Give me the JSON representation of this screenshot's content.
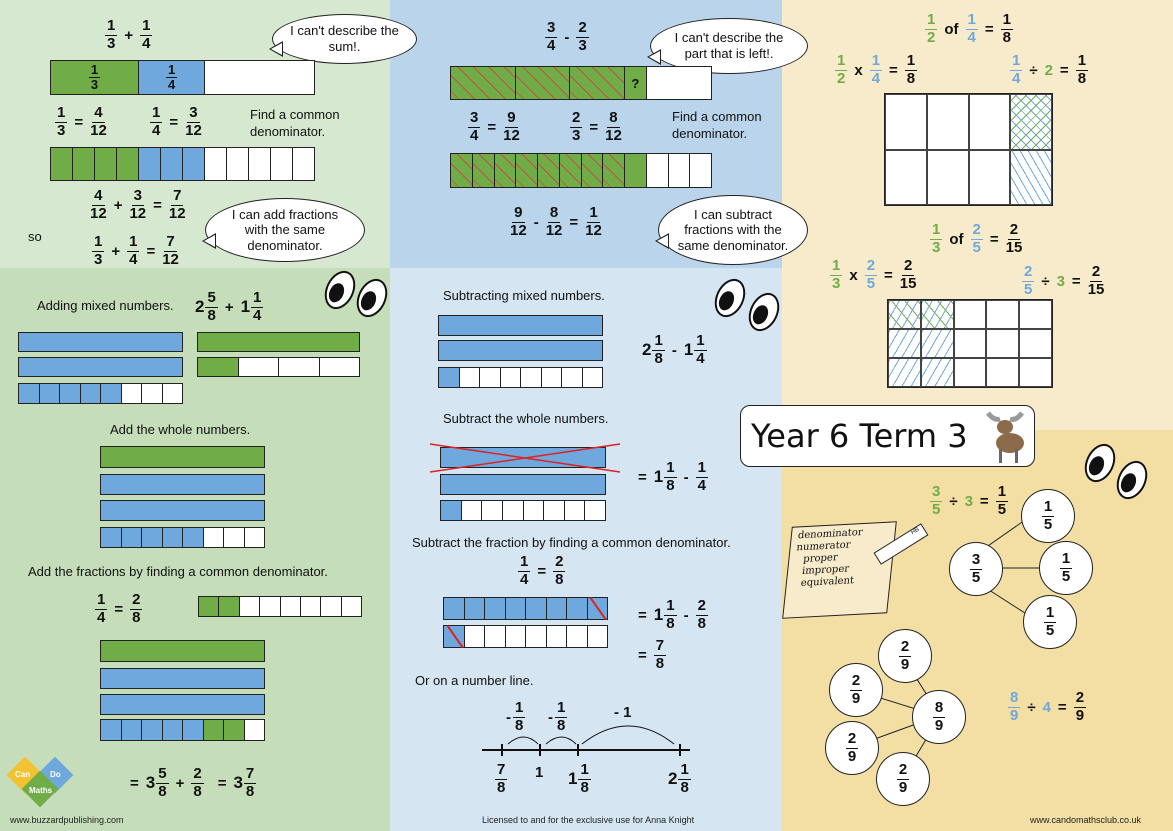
{
  "colors": {
    "green": "#70ad47",
    "blue": "#6fa8dc",
    "red": "#d22222"
  },
  "top_left": {
    "eq_sum": [
      "",
      {
        "f": [
          "1",
          "3"
        ]
      },
      "+",
      {
        "f": [
          "1",
          "4"
        ]
      }
    ],
    "bubble_sum": "I can't describe the sum!.",
    "bar_sum": [
      {
        "c": "g",
        "w": 4,
        "f": [
          "1",
          "3"
        ]
      },
      {
        "c": "b",
        "w": 3,
        "f": [
          "1",
          "4"
        ]
      },
      {
        "c": "w",
        "w": 5
      }
    ],
    "eq_third": [
      {
        "f": [
          "1",
          "3"
        ]
      },
      "=",
      {
        "f": [
          "4",
          "12"
        ]
      }
    ],
    "eq_quarter": [
      {
        "f": [
          "1",
          "4"
        ]
      },
      "=",
      {
        "f": [
          "3",
          "12"
        ]
      }
    ],
    "instruction": "Find a common denominator.",
    "bar_twelfths": [
      "g",
      "g",
      "g",
      "g",
      "b",
      "b",
      "b",
      "w",
      "w",
      "w",
      "w",
      "w"
    ],
    "eq_add": [
      {
        "f": [
          "4",
          "12"
        ]
      },
      "+",
      {
        "f": [
          "3",
          "12"
        ]
      },
      "=",
      {
        "f": [
          "7",
          "12"
        ]
      }
    ],
    "bubble_add": "I can add fractions with the same denominator.",
    "so": "so",
    "eq_result": [
      {
        "f": [
          "1",
          "3"
        ]
      },
      "+",
      {
        "f": [
          "1",
          "4"
        ]
      },
      "=",
      {
        "f": [
          "7",
          "12"
        ]
      }
    ]
  },
  "bottom_left": {
    "heading": "Adding mixed numbers.",
    "eq_mixed": [
      {
        "w": "2",
        "f": [
          "5",
          "8"
        ]
      },
      "+",
      {
        "w": "1",
        "f": [
          "1",
          "4"
        ]
      }
    ],
    "step_whole": "Add the whole numbers.",
    "step_fractions": "Add the fractions by finding a common denominator.",
    "eq_equiv": [
      {
        "f": [
          "1",
          "4"
        ]
      },
      "=",
      {
        "f": [
          "2",
          "8"
        ]
      }
    ],
    "bars": {
      "eighths_5": [
        "b",
        "b",
        "b",
        "b",
        "b",
        "w",
        "w",
        "w"
      ],
      "quarters_1": [
        "g",
        "w",
        "w",
        "w"
      ],
      "eighths_2": [
        "g",
        "g",
        "w",
        "w",
        "w",
        "w",
        "w",
        "w"
      ],
      "eighths_final": [
        "b",
        "b",
        "b",
        "b",
        "b",
        "g",
        "g",
        "w"
      ]
    },
    "eq_final": [
      "=",
      {
        "w": "3",
        "f": [
          "5",
          "8"
        ]
      },
      "+",
      {
        "f": [
          "2",
          "8"
        ]
      },
      " ",
      "=",
      {
        "w": "3",
        "f": [
          "7",
          "8"
        ]
      }
    ],
    "logo": {
      "can": "Can",
      "do": "Do",
      "maths": "Maths"
    },
    "footer": "www.buzzardpublishing.com"
  },
  "top_middle": {
    "eq_sub": [
      {
        "f": [
          "3",
          "4"
        ]
      },
      "-",
      {
        "f": [
          "2",
          "3"
        ]
      }
    ],
    "bubble_left": "I can't describe the part that is left!.",
    "bar_left": [
      {
        "c": "h",
        "w": 3
      },
      {
        "c": "h",
        "w": 2.5
      },
      {
        "c": "h",
        "w": 2.5
      },
      {
        "c": "q",
        "w": 1,
        "t": "?"
      },
      {
        "c": "w",
        "w": 3
      }
    ],
    "eq_three_quarters": [
      {
        "f": [
          "3",
          "4"
        ]
      },
      "=",
      {
        "f": [
          "9",
          "12"
        ]
      }
    ],
    "eq_two_thirds": [
      {
        "f": [
          "2",
          "3"
        ]
      },
      "=",
      {
        "f": [
          "8",
          "12"
        ]
      }
    ],
    "instruction": "Find a common denominator.",
    "bar_twelfths": [
      "h",
      "h",
      "h",
      "h",
      "h",
      "h",
      "h",
      "h",
      "g",
      "w",
      "w",
      "w"
    ],
    "eq_diff": [
      {
        "f": [
          "9",
          "12"
        ]
      },
      "-",
      {
        "f": [
          "8",
          "12"
        ]
      },
      "=",
      {
        "f": [
          "1",
          "12"
        ]
      }
    ],
    "bubble_sub": "I can subtract fractions with the same denominator."
  },
  "bottom_middle": {
    "heading": "Subtracting mixed numbers.",
    "eq_mixed": [
      {
        "w": "2",
        "f": [
          "1",
          "8"
        ]
      },
      "-",
      {
        "w": "1",
        "f": [
          "1",
          "4"
        ]
      }
    ],
    "step_whole": "Subtract the whole numbers.",
    "eq_after_whole": [
      "=",
      {
        "w": "1",
        "f": [
          "1",
          "8"
        ]
      },
      "-",
      {
        "f": [
          "1",
          "4"
        ]
      }
    ],
    "step_fraction": "Subtract the fraction by finding a common denominator.",
    "eq_equiv": [
      {
        "f": [
          "1",
          "4"
        ]
      },
      "=",
      {
        "f": [
          "2",
          "8"
        ]
      }
    ],
    "bars": {
      "eighths_1": [
        "b",
        "w",
        "w",
        "w",
        "w",
        "w",
        "w",
        "w"
      ],
      "eighths_full": [
        "b",
        "b",
        "b",
        "b",
        "b",
        "b",
        "b",
        "bx"
      ],
      "eighths_1x": [
        "bx",
        "w",
        "w",
        "w",
        "w",
        "w",
        "w",
        "w"
      ]
    },
    "eq_step": [
      "=",
      {
        "w": "1",
        "f": [
          "1",
          "8"
        ]
      },
      "-",
      {
        "f": [
          "2",
          "8"
        ]
      }
    ],
    "eq_answer": [
      "=",
      {
        "f": [
          "7",
          "8"
        ]
      }
    ],
    "number_line_heading": "Or on a number line.",
    "number_line": {
      "jumps": [
        [
          {
            "t": "-"
          },
          {
            "f": [
              "1",
              "8"
            ]
          }
        ],
        [
          {
            "t": "-"
          },
          {
            "f": [
              "1",
              "8"
            ]
          }
        ],
        [
          "- 1"
        ]
      ],
      "labels": [
        [
          {
            "f": [
              "7",
              "8"
            ]
          }
        ],
        [
          "1"
        ],
        [
          {
            "w": "1",
            "f": [
              "1",
              "8"
            ]
          }
        ],
        [
          {
            "w": "2",
            "f": [
              "1",
              "8"
            ]
          }
        ]
      ]
    },
    "footer": "Licensed to and for the exclusive use for Anna Knight"
  },
  "top_right": {
    "eq_of1": [
      {
        "f": [
          "1",
          "2"
        ],
        "c": "#70ad47"
      },
      "of",
      {
        "f": [
          "1",
          "4"
        ],
        "c": "#6fa8dc"
      },
      "=",
      {
        "f": [
          "1",
          "8"
        ]
      }
    ],
    "eq_mul1": [
      {
        "f": [
          "1",
          "2"
        ],
        "c": "#70ad47"
      },
      "x",
      {
        "f": [
          "1",
          "4"
        ],
        "c": "#6fa8dc"
      },
      "=",
      {
        "f": [
          "1",
          "8"
        ]
      }
    ],
    "eq_div1": [
      {
        "f": [
          "1",
          "4"
        ],
        "c": "#6fa8dc"
      },
      "÷",
      {
        "t": "2",
        "c": "#70ad47"
      },
      "=",
      {
        "f": [
          "1",
          "8"
        ]
      }
    ],
    "eq_of2": [
      {
        "f": [
          "1",
          "3"
        ],
        "c": "#70ad47"
      },
      "of",
      {
        "f": [
          "2",
          "5"
        ],
        "c": "#6fa8dc"
      },
      "=",
      {
        "f": [
          "2",
          "15"
        ]
      }
    ],
    "eq_mul2": [
      {
        "f": [
          "1",
          "3"
        ],
        "c": "#70ad47"
      },
      "x",
      {
        "f": [
          "2",
          "5"
        ],
        "c": "#6fa8dc"
      },
      "=",
      {
        "f": [
          "2",
          "15"
        ]
      }
    ],
    "eq_div2": [
      {
        "f": [
          "2",
          "5"
        ],
        "c": "#6fa8dc"
      },
      "÷",
      {
        "t": "3",
        "c": "#70ad47"
      },
      "=",
      {
        "f": [
          "2",
          "15"
        ]
      }
    ]
  },
  "bottom_right": {
    "title": "Year 6 Term 3",
    "vocab": [
      "denominator",
      "numerator",
      "proper",
      "improper",
      "equivalent"
    ],
    "pencil_label": "HB",
    "eq_div_fifths": [
      {
        "f": [
          "3",
          "5"
        ],
        "c": "#70ad47"
      },
      "÷",
      {
        "t": "3",
        "c": "#70ad47"
      },
      "=",
      {
        "f": [
          "1",
          "5"
        ]
      }
    ],
    "circles_fifths": {
      "whole": [
        {
          "f": [
            "3",
            "5"
          ]
        }
      ],
      "parts": [
        [
          {
            "f": [
              "1",
              "5"
            ]
          }
        ],
        [
          {
            "f": [
              "1",
              "5"
            ]
          }
        ],
        [
          {
            "f": [
              "1",
              "5"
            ]
          }
        ]
      ]
    },
    "circles_ninths": {
      "whole": [
        {
          "f": [
            "8",
            "9"
          ]
        }
      ],
      "parts": [
        [
          {
            "f": [
              "2",
              "9"
            ]
          }
        ],
        [
          {
            "f": [
              "2",
              "9"
            ]
          }
        ],
        [
          {
            "f": [
              "2",
              "9"
            ]
          }
        ],
        [
          {
            "f": [
              "2",
              "9"
            ]
          }
        ]
      ]
    },
    "eq_div_ninths": [
      {
        "f": [
          "8",
          "9"
        ],
        "c": "#6fa8dc"
      },
      "÷",
      {
        "t": "4",
        "c": "#6fa8dc"
      },
      "=",
      {
        "f": [
          "2",
          "9"
        ]
      }
    ],
    "footer": "www.candomathsclub.co.uk"
  }
}
